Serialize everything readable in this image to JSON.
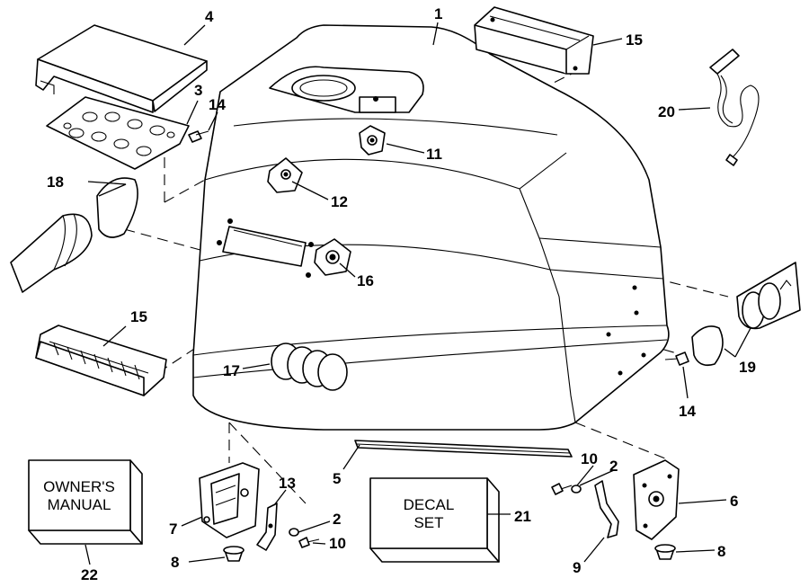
{
  "callouts": {
    "c1": "1",
    "c2a": "2",
    "c2b": "2",
    "c3": "3",
    "c4": "4",
    "c5": "5",
    "c6": "6",
    "c7": "7",
    "c8a": "8",
    "c8b": "8",
    "c9": "9",
    "c10a": "10",
    "c10b": "10",
    "c11": "11",
    "c12": "12",
    "c13": "13",
    "c14a": "14",
    "c14b": "14",
    "c15a": "15",
    "c15b": "15",
    "c16": "16",
    "c17": "17",
    "c18": "18",
    "c19": "19",
    "c20": "20",
    "c21": "21",
    "c22": "22"
  },
  "owners_manual": {
    "line1": "OWNER'S",
    "line2": "MANUAL"
  },
  "decal_set": {
    "line1": "DECAL",
    "line2": "SET"
  }
}
